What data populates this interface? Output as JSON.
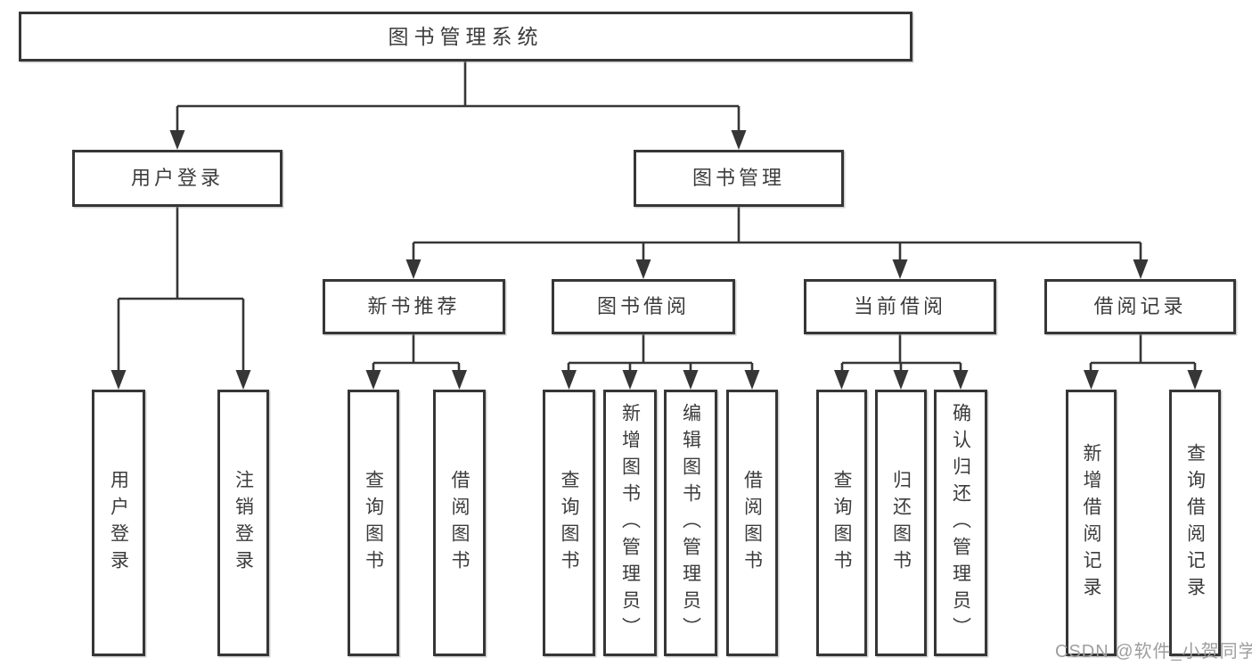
{
  "diagram": {
    "root": {
      "label": "图书管理系统"
    },
    "branches": [
      {
        "label": "用户登录",
        "children": [
          {
            "label": "用户登录"
          },
          {
            "label": "注销登录"
          }
        ]
      },
      {
        "label": "图书管理",
        "children": [
          {
            "label": "新书推荐",
            "children": [
              {
                "label": "查询图书"
              },
              {
                "label": "借阅图书"
              }
            ]
          },
          {
            "label": "图书借阅",
            "children": [
              {
                "label": "查询图书"
              },
              {
                "label": "新增图书（管理员）"
              },
              {
                "label": "编辑图书（管理员）"
              },
              {
                "label": "借阅图书"
              }
            ]
          },
          {
            "label": "当前借阅",
            "children": [
              {
                "label": "查询图书"
              },
              {
                "label": "归还图书"
              },
              {
                "label": "确认归还（管理员）"
              }
            ]
          },
          {
            "label": "借阅记录",
            "children": [
              {
                "label": "新增借阅记录"
              },
              {
                "label": "查询借阅记录"
              }
            ]
          }
        ]
      }
    ]
  },
  "watermark": {
    "text": "CSDN @软件_小贺同学"
  },
  "colors": {
    "line": "#363636",
    "box_border": "#363636",
    "box_fill": "#ffffff",
    "text": "#3c3c3c",
    "watermark": "#9e9e9e",
    "background": "#ffffff"
  }
}
